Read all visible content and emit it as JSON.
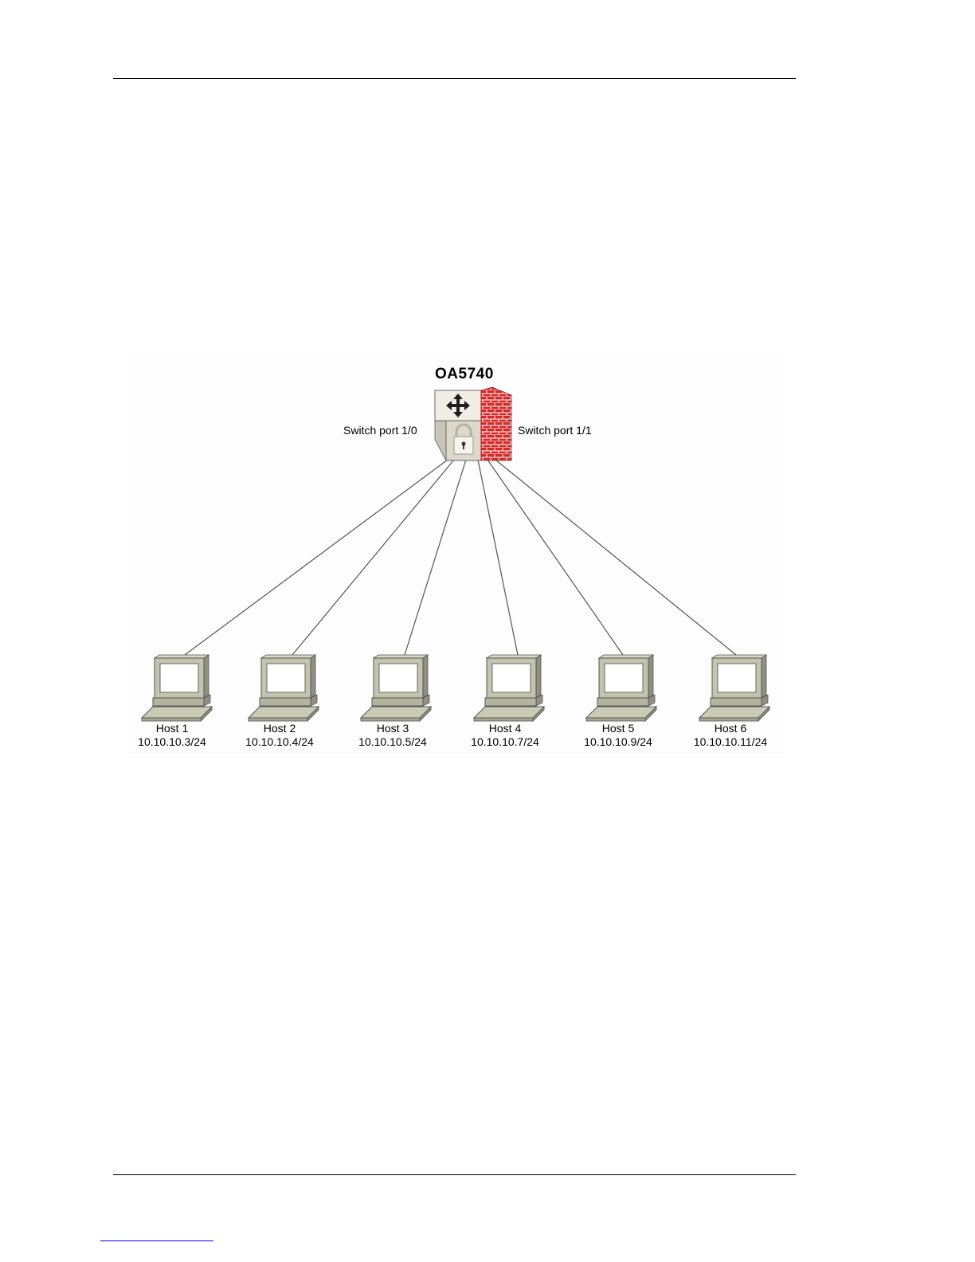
{
  "device": {
    "name": "OA5740",
    "port_left": "Switch port 1/0",
    "port_right": "Switch port 1/1",
    "icon": "switch-firewall-icon"
  },
  "hosts": [
    {
      "name": "Host 1",
      "ip": "10.10.10.3/24"
    },
    {
      "name": "Host 2",
      "ip": "10.10.10.4/24"
    },
    {
      "name": "Host 3",
      "ip": "10.10.10.5/24"
    },
    {
      "name": "Host 4",
      "ip": "10.10.10.7/24"
    },
    {
      "name": "Host 5",
      "ip": "10.10.10.9/24"
    },
    {
      "name": "Host 6",
      "ip": "10.10.10.11/24"
    }
  ],
  "colors": {
    "firewall_brick": "#d42a2a",
    "device_body": "#dcd8cc",
    "computer_body": "#b9bba4",
    "link_line": "#555555"
  }
}
